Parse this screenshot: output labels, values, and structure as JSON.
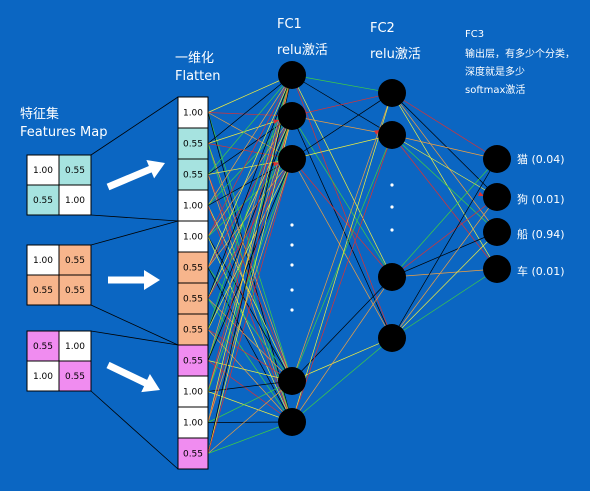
{
  "features_map": {
    "label_cn": "特征集",
    "label_en": "Features Map",
    "maps": [
      {
        "cells": [
          "1.00",
          "0.55",
          "0.55",
          "1.00"
        ],
        "colors": [
          "#ffffff",
          "#a6e3e0",
          "#a6e3e0",
          "#ffffff"
        ]
      },
      {
        "cells": [
          "1.00",
          "0.55",
          "0.55",
          "0.55"
        ],
        "colors": [
          "#ffffff",
          "#f7b58c",
          "#f7b58c",
          "#f7b58c"
        ]
      },
      {
        "cells": [
          "0.55",
          "1.00",
          "1.00",
          "0.55"
        ],
        "colors": [
          "#f08cf0",
          "#ffffff",
          "#ffffff",
          "#f08cf0"
        ]
      }
    ]
  },
  "flatten": {
    "label_cn": "一维化",
    "label_en": "Flatten",
    "cells": [
      {
        "value": "1.00",
        "color": "#ffffff"
      },
      {
        "value": "0.55",
        "color": "#a6e3e0"
      },
      {
        "value": "0.55",
        "color": "#a6e3e0"
      },
      {
        "value": "1.00",
        "color": "#ffffff"
      },
      {
        "value": "1.00",
        "color": "#ffffff"
      },
      {
        "value": "0.55",
        "color": "#f7b58c"
      },
      {
        "value": "0.55",
        "color": "#f7b58c"
      },
      {
        "value": "0.55",
        "color": "#f7b58c"
      },
      {
        "value": "0.55",
        "color": "#f08cf0"
      },
      {
        "value": "1.00",
        "color": "#ffffff"
      },
      {
        "value": "1.00",
        "color": "#ffffff"
      },
      {
        "value": "0.55",
        "color": "#f08cf0"
      }
    ]
  },
  "fc1": {
    "title": "FC1",
    "activation": "relu激活"
  },
  "fc2": {
    "title": "FC2",
    "activation": "relu激活"
  },
  "fc3": {
    "title": "FC3",
    "desc_line1": "输出层，有多少个分类，",
    "desc_line2": "深度就是多少",
    "desc_line3": "softmax激活"
  },
  "outputs": [
    {
      "name": "猫",
      "prob": "(0.04)"
    },
    {
      "name": "狗",
      "prob": "(0.01)"
    },
    {
      "name": "船",
      "prob": "(0.94)"
    },
    {
      "name": "车",
      "prob": "(0.01)"
    }
  ],
  "colors": {
    "background": "#0b66c2",
    "node": "#000000",
    "edge_red": "#e03030",
    "edge_green": "#40d040",
    "edge_yellow": "#f0f040",
    "edge_black": "#000000",
    "edge_orange": "#f0a040",
    "arrow": "#ffffff"
  }
}
